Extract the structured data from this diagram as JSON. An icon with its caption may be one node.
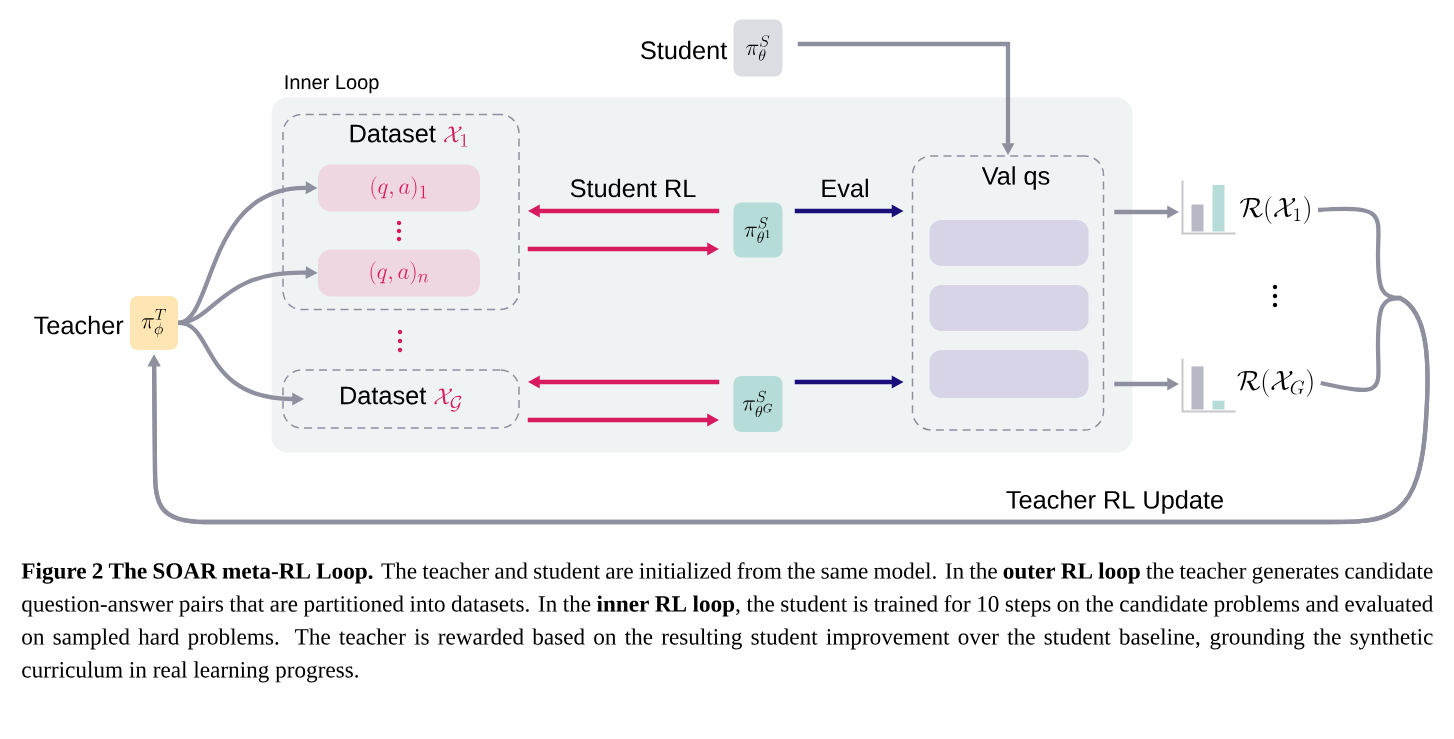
{
  "diagram": {
    "caption": "**Figure 2 The SOAR meta-RL Loop.** The teacher and student are initialized from the same model. In the **outer RL loop** the teacher generates candidate question-answer pairs that are partitioned into datasets. In the **inner RL loop**, the student is trained for 10 steps on the candidate problems and evaluated on sampled hard problems. The teacher is rewarded based on the resulting student improvement over the student baseline, grounding the synthetic curriculum in real learning progress.",
    "nodes": [
      {
        "text": [
          "Inner Loop"
        ]
      },
      {
        "text": [
          "Dataset",
          "\\mathcal{X}_{1}"
        ],
        "in": 0
      },
      {
        "text": [
          "(q, a)_{1}"
        ],
        "in": 1
      },
      {
        "text": [
          "(q, a)_{n}"
        ],
        "in": 1
      },
      {
        "text": [
          "Dataset",
          "\\mathcal{X}_{\\mathcal{G}}"
        ],
        "in": 0
      },
      {
        "text": [
          "\\pi_{\\theta^{1}}^{S}"
        ],
        "in": 0
      },
      {
        "text": [
          "\\pi_{\\theta^{G}}^{S}"
        ],
        "in": 0
      },
      {
        "text": [
          "Val qs"
        ],
        "in": 0
      },
      {
        "text": [],
        "shape": "box",
        "in": 7
      },
      {
        "text": [],
        "shape": "box",
        "in": 7
      },
      {
        "text": [],
        "shape": "box",
        "in": 7
      },
      {
        "text": [
          "Teacher",
          "\\pi_{\\phi}^{T}"
        ]
      },
      {
        "text": [
          "Student",
          "\\pi_{\\theta}^{S}"
        ]
      },
      {
        "text": [],
        "shape": "bar"
      },
      {
        "text": [
          "\\mathcal{R}(\\mathcal{X}_{1})"
        ]
      },
      {
        "text": [],
        "shape": "bar"
      },
      {
        "text": [
          "\\mathcal{R}(\\mathcal{X}_{G})"
        ]
      }
    ],
    "edges": [
      {
        "from": 11,
        "to": 2,
        "arrow": "to"
      },
      {
        "from": 11,
        "to": 3,
        "arrow": "to"
      },
      {
        "from": 11,
        "to": 4,
        "arrow": "to"
      },
      {
        "from": 5,
        "to": 1,
        "arrow": "to",
        "label": "Student RL",
        "color": "#d81b5f"
      },
      {
        "from": 1,
        "to": 5,
        "arrow": "to",
        "color": "#d81b5f"
      },
      {
        "from": 5,
        "to": 7,
        "arrow": "to",
        "label": "Eval",
        "color": "#1a0f7a"
      },
      {
        "from": 6,
        "to": 4,
        "arrow": "to",
        "color": "#d81b5f"
      },
      {
        "from": 4,
        "to": 6,
        "arrow": "to",
        "color": "#d81b5f"
      },
      {
        "from": 6,
        "to": 7,
        "arrow": "to",
        "color": "#1a0f7a"
      },
      {
        "from": 12,
        "to": 7,
        "arrow": "to"
      },
      {
        "from": 7,
        "to": 13,
        "arrow": "to"
      },
      {
        "from": 7,
        "to": 15,
        "arrow": "to"
      },
      {
        "from": 14,
        "to": 11,
        "arrow": "to",
        "label": "Teacher RL Update"
      },
      {
        "from": 16,
        "to": 11,
        "arrow": "to"
      }
    ]
  }
}
